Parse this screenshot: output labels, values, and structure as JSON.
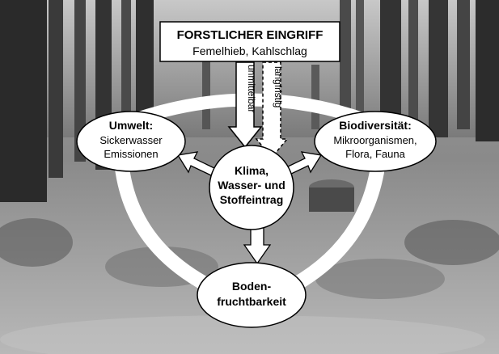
{
  "top_box": {
    "title": "FORSTLICHER EINGRIFF",
    "subtitle": "Femelhieb, Kahlschlag"
  },
  "arrows": {
    "immediate": "unmittelbar",
    "long_term": "langfristig"
  },
  "nodes": {
    "umwelt": {
      "title": "Umwelt:",
      "line1": "Sickerwasser",
      "line2": "Emissionen"
    },
    "biodiversitaet": {
      "title": "Biodiversität:",
      "line1": "Mikroorganismen,",
      "line2": "Flora, Fauna"
    },
    "center": {
      "line1": "Klima,",
      "line2": "Wasser- und",
      "line3": "Stoffeintrag"
    },
    "boden": {
      "line1": "Boden-",
      "line2": "fruchtbarkeit"
    }
  },
  "background": {
    "description_icon": "forest-photo"
  }
}
